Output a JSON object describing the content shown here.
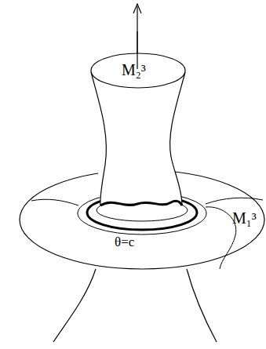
{
  "diagram": {
    "labels": [
      "M₂³",
      "M₁³",
      "θ=c"
    ]
  }
}
